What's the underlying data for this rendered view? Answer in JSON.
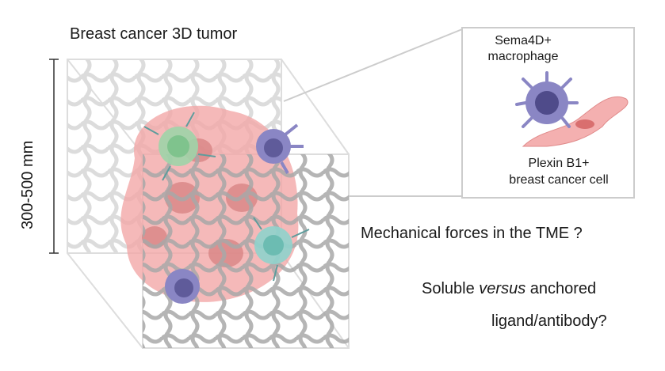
{
  "title": "Breast cancer 3D tumor",
  "scale_label": "300-500 mm",
  "inset": {
    "macrophage_label_line1": "Sema4D+",
    "macrophage_label_line2": "macrophage",
    "cancer_label_line1": "Plexin B1+",
    "cancer_label_line2": "breast cancer cell"
  },
  "question1": "Mechanical forces in the TME ?",
  "question2": {
    "pre": "Soluble ",
    "italic": "versus",
    "post": " anchored"
  },
  "question3": "ligand/antibody?",
  "colors": {
    "mesh": "#9a9a9a",
    "tumor": "#f2a7a7",
    "macrophage": "#7c79b8",
    "t_cell_green": "#9fd4a8",
    "t_cell_teal": "#8fd3cc",
    "cancer_cell": "#f1a3a3"
  }
}
